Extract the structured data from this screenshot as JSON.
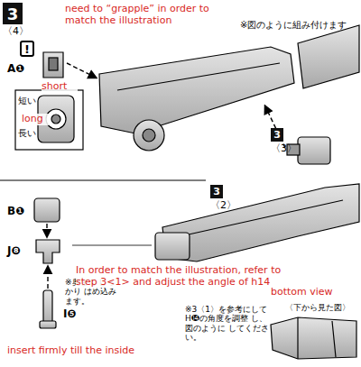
{
  "diagram": {
    "nodes": [
      {
        "text": [
          "3",
          "〈4〉"
        ]
      },
      {
        "text": [
          "!"
        ]
      },
      {
        "text": [
          "3",
          "〈2〉"
        ]
      },
      {
        "text": [
          "3",
          "〈3〉"
        ]
      }
    ],
    "labels": [
      "need to “grapple” in order to match the illustration",
      "※図のように組み付けます",
      "A❶",
      "短い",
      "short",
      "長い",
      "long",
      "B❶",
      "J❽",
      "※奥まで しっかり はめ込み ます。",
      "In order to match the illustration, refer to step 3<1> and adjust the angle of h14",
      "I❺",
      "bottom view",
      "※3〈1〉を参考にして H⓮の角度を調整 し、図のように してください。",
      "〈下から見た図〉",
      "insert firmly till the inside"
    ]
  }
}
